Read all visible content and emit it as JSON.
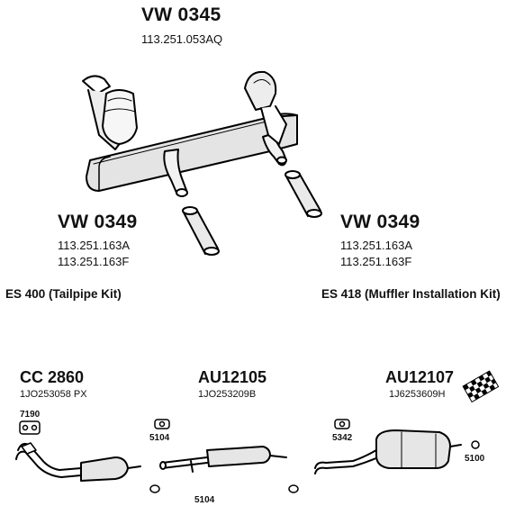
{
  "top_part": {
    "code": "VW 0345",
    "ref": "113.251.053AQ"
  },
  "left_part": {
    "code": "VW 0349",
    "refs": [
      "113.251.163A",
      "113.251.163F"
    ]
  },
  "right_part": {
    "code": "VW 0349",
    "refs": [
      "113.251.163A",
      "113.251.163F"
    ]
  },
  "kits": {
    "left": "ES 400 (Tailpipe Kit)",
    "right": "ES 418 (Muffler Installation Kit)"
  },
  "bottom_parts": [
    {
      "code": "CC 2860",
      "ref": "1JO253058 PX"
    },
    {
      "code": "AU12105",
      "ref": "1JO253209B"
    },
    {
      "code": "AU12107",
      "ref": "1J6253609H"
    }
  ],
  "small_labels": {
    "gasket": "7190",
    "hanger_a": "5104",
    "clamp_a": "5104",
    "hanger_b": "5342",
    "ring": "5100"
  }
}
